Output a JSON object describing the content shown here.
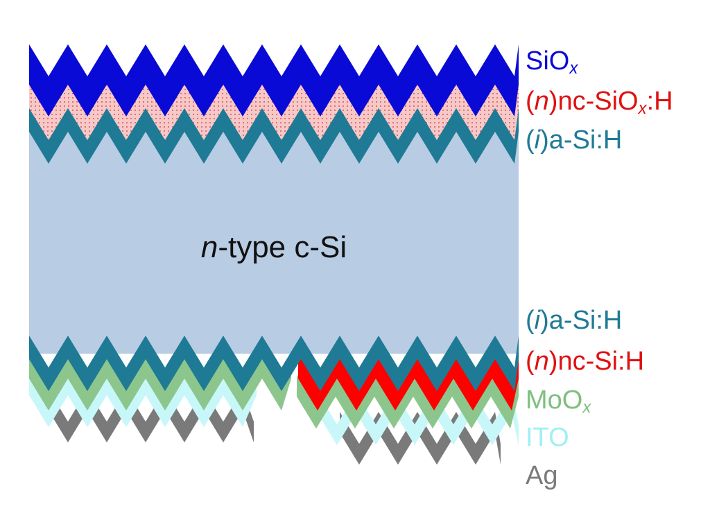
{
  "diagram": {
    "center_label_italic": "n",
    "center_label_rest": "-type c-Si",
    "layers": [
      {
        "id": "siox",
        "parts": [
          {
            "t": "SiO"
          },
          {
            "t": "x",
            "sub": true
          }
        ],
        "color": "#0a0ad6"
      },
      {
        "id": "ncsiox",
        "parts": [
          {
            "t": "("
          },
          {
            "t": "n",
            "it": true
          },
          {
            "t": ")nc-SiO"
          },
          {
            "t": "x",
            "sub": true
          },
          {
            "t": ":H"
          }
        ],
        "color": "#e01010"
      },
      {
        "id": "ai-top",
        "parts": [
          {
            "t": "("
          },
          {
            "t": "i",
            "it": true
          },
          {
            "t": ")a-Si:H"
          }
        ],
        "color": "#1f7a95"
      },
      {
        "id": "ai-bot",
        "parts": [
          {
            "t": "("
          },
          {
            "t": "i",
            "it": true
          },
          {
            "t": ")a-Si:H"
          }
        ],
        "color": "#1f7a95"
      },
      {
        "id": "ncsi",
        "parts": [
          {
            "t": "("
          },
          {
            "t": "n",
            "it": true
          },
          {
            "t": ")nc-Si:H"
          }
        ],
        "color": "#e01010"
      },
      {
        "id": "moox",
        "parts": [
          {
            "t": "MoO"
          },
          {
            "t": "x",
            "sub": true
          }
        ],
        "color": "#7fbf7f"
      },
      {
        "id": "ito",
        "parts": [
          {
            "t": "ITO"
          }
        ],
        "color": "#9ff0f5"
      },
      {
        "id": "ag",
        "parts": [
          {
            "t": "Ag"
          }
        ],
        "color": "#7a7a7a"
      }
    ],
    "fills": {
      "substrate": "#b8cce4",
      "siox": "#0a0ad6",
      "ncsiox": "#f6c9c9",
      "ncsiox_dots": "#e05050",
      "asi": "#1f7a95",
      "moox": "#8cc68c",
      "ito": "#c8f7fa",
      "ag": "#7a7a7a",
      "ncsi": "#ff0000"
    }
  }
}
